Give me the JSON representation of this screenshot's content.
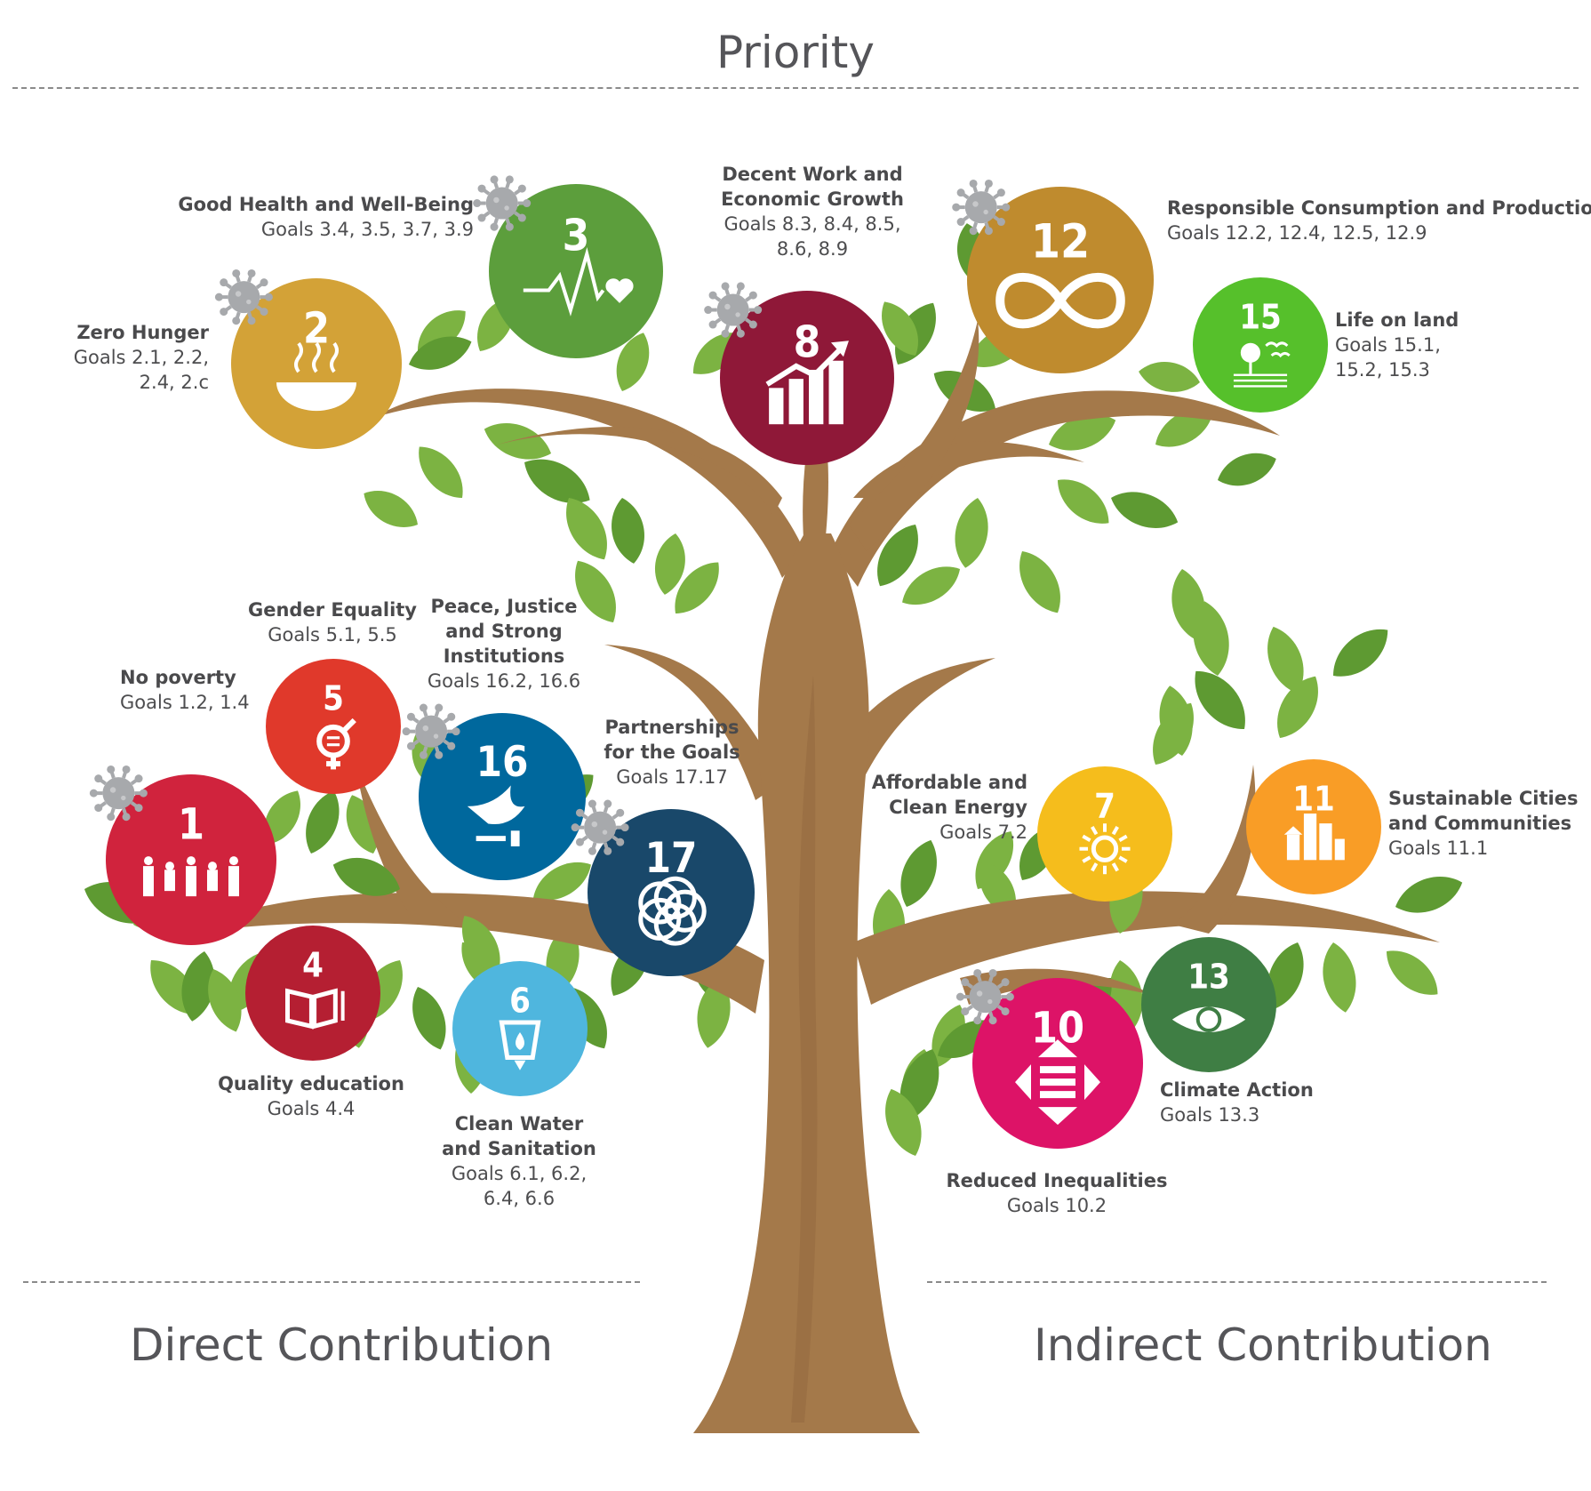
{
  "headings": {
    "top": "Priority",
    "left": "Direct Contribution",
    "right": "Indirect Contribution"
  },
  "colors": {
    "trunk": "#a4794a",
    "trunk_dark": "#8b6238",
    "leaf": "#7cb342",
    "leaf_dark": "#5e9a32",
    "virus": "#a7a9ac"
  },
  "goals": [
    {
      "number": "1",
      "title": [
        "No poverty"
      ],
      "targets": [
        "Goals 1.2, 1.4"
      ],
      "color": "#d0233d",
      "icon": "family-icon",
      "virus": true
    },
    {
      "number": "2",
      "title": [
        "Zero Hunger"
      ],
      "targets": [
        "Goals 2.1, 2.2,",
        "2.4, 2.c"
      ],
      "color": "#d3a237",
      "icon": "bowl-icon",
      "virus": true
    },
    {
      "number": "3",
      "title": [
        "Good Health and Well-Being"
      ],
      "targets": [
        "Goals 3.4, 3.5, 3.7, 3.9"
      ],
      "color": "#5c9e3c",
      "icon": "heartbeat-icon",
      "virus": true
    },
    {
      "number": "4",
      "title": [
        "Quality education"
      ],
      "targets": [
        "Goals 4.4"
      ],
      "color": "#b51f32",
      "icon": "book-icon",
      "virus": false
    },
    {
      "number": "5",
      "title": [
        "Gender Equality"
      ],
      "targets": [
        "Goals 5.1, 5.5"
      ],
      "color": "#e0392b",
      "icon": "gender-icon",
      "virus": false
    },
    {
      "number": "6",
      "title": [
        "Clean Water",
        "and Sanitation"
      ],
      "targets": [
        "Goals 6.1, 6.2,",
        "6.4, 6.6"
      ],
      "color": "#4fb6de",
      "icon": "water-glass-icon",
      "virus": false
    },
    {
      "number": "7",
      "title": [
        "Affordable and",
        "Clean Energy"
      ],
      "targets": [
        "Goals 7.2"
      ],
      "color": "#f5bd1c",
      "icon": "sun-power-icon",
      "virus": false
    },
    {
      "number": "8",
      "title": [
        "Decent Work and",
        "Economic Growth"
      ],
      "targets": [
        "Goals 8.3, 8.4, 8.5,",
        "8.6, 8.9"
      ],
      "color": "#8f1838",
      "icon": "growth-chart-icon",
      "virus": true
    },
    {
      "number": "10",
      "title": [
        "Reduced Inequalities"
      ],
      "targets": [
        "Goals 10.2"
      ],
      "color": "#dd1367",
      "icon": "equality-arrows-icon",
      "virus": true
    },
    {
      "number": "11",
      "title": [
        "Sustainable Cities",
        "and Communities"
      ],
      "targets": [
        "Goals 11.1"
      ],
      "color": "#f99d26",
      "icon": "city-icon",
      "virus": false
    },
    {
      "number": "12",
      "title": [
        "Responsible Consumption and Production"
      ],
      "targets": [
        "Goals 12.2, 12.4, 12.5, 12.9"
      ],
      "color": "#bf8b2e",
      "icon": "infinity-icon",
      "virus": true
    },
    {
      "number": "13",
      "title": [
        "Climate Action"
      ],
      "targets": [
        "Goals 13.3"
      ],
      "color": "#3f7e44",
      "icon": "earth-eye-icon",
      "virus": false
    },
    {
      "number": "15",
      "title": [
        "Life on land"
      ],
      "targets": [
        "Goals 15.1,",
        "15.2, 15.3"
      ],
      "color": "#56c02b",
      "icon": "tree-birds-icon",
      "virus": false
    },
    {
      "number": "16",
      "title": [
        "Peace, Justice",
        "and Strong",
        "Institutions"
      ],
      "targets": [
        "Goals 16.2, 16.6"
      ],
      "color": "#00689d",
      "icon": "dove-icon",
      "virus": true
    },
    {
      "number": "17",
      "title": [
        "Partnerships",
        "for the Goals"
      ],
      "targets": [
        "Goals 17.17"
      ],
      "color": "#19486a",
      "icon": "rings-icon",
      "virus": true
    }
  ]
}
